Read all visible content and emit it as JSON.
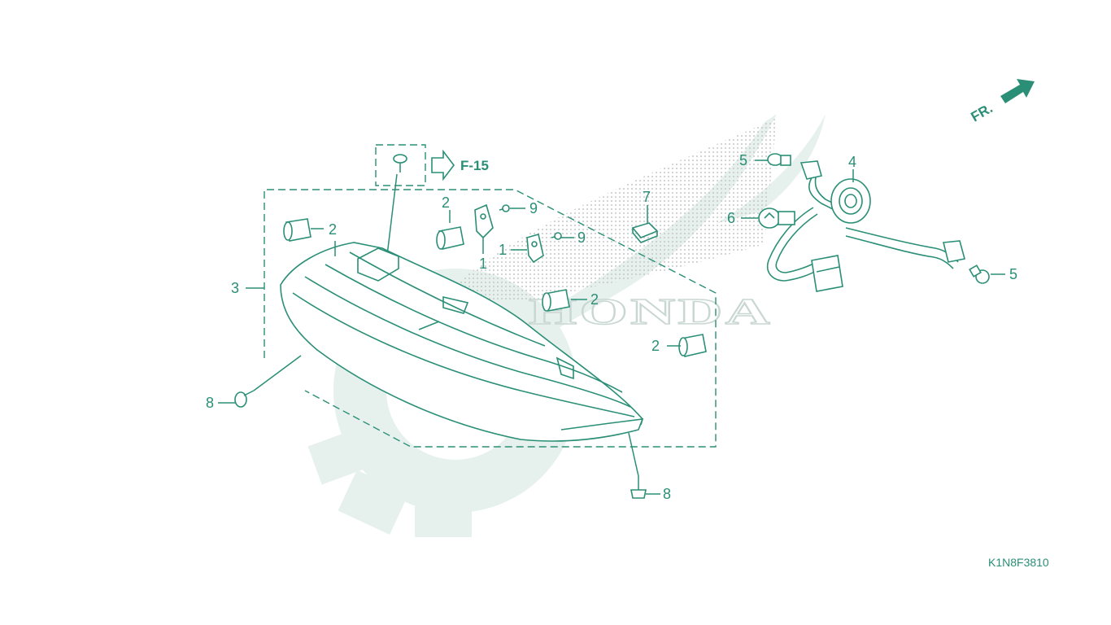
{
  "watermark": {
    "brand_text": "HONDA"
  },
  "reference": {
    "label": "F-15"
  },
  "direction": {
    "label": "FR."
  },
  "diagram_code": "K1N8F3810",
  "callouts": {
    "c1a": "1",
    "c1b": "1",
    "c2a": "2",
    "c2b": "2",
    "c2c": "2",
    "c2d": "2",
    "c3": "3",
    "c4": "4",
    "c5a": "5",
    "c5b": "5",
    "c6": "6",
    "c7": "7",
    "c8a": "8",
    "c8b": "8",
    "c9a": "9",
    "c9b": "9"
  },
  "colors": {
    "line": "#2a8f76",
    "watermark": "#dcebe6"
  }
}
